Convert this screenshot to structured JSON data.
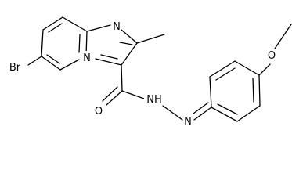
{
  "structure": {
    "atom_labels": {
      "n_imidazole": "N",
      "n_bridgehead": "N",
      "bromine": "Br",
      "carbonyl_oxygen": "O",
      "nh": "NH",
      "n_imine": "N",
      "methoxy_oxygen": "O"
    },
    "colors": {
      "bond": "#000000",
      "label": "#000000",
      "background": "#ffffff"
    }
  }
}
